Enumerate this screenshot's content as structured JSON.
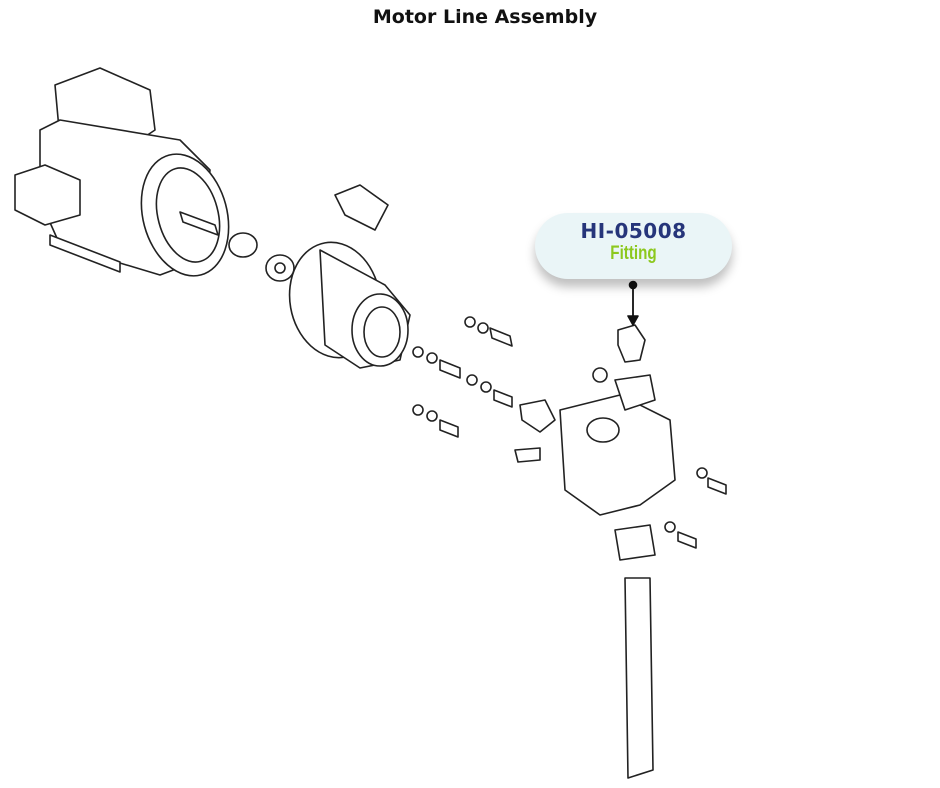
{
  "title": "Motor Line Assembly",
  "callout": {
    "part_number": "HI-05008",
    "part_name": "Fitting",
    "colors": {
      "part_number": "#26357a",
      "part_name": "#8cc81e",
      "background": "#eaf5f7"
    }
  }
}
